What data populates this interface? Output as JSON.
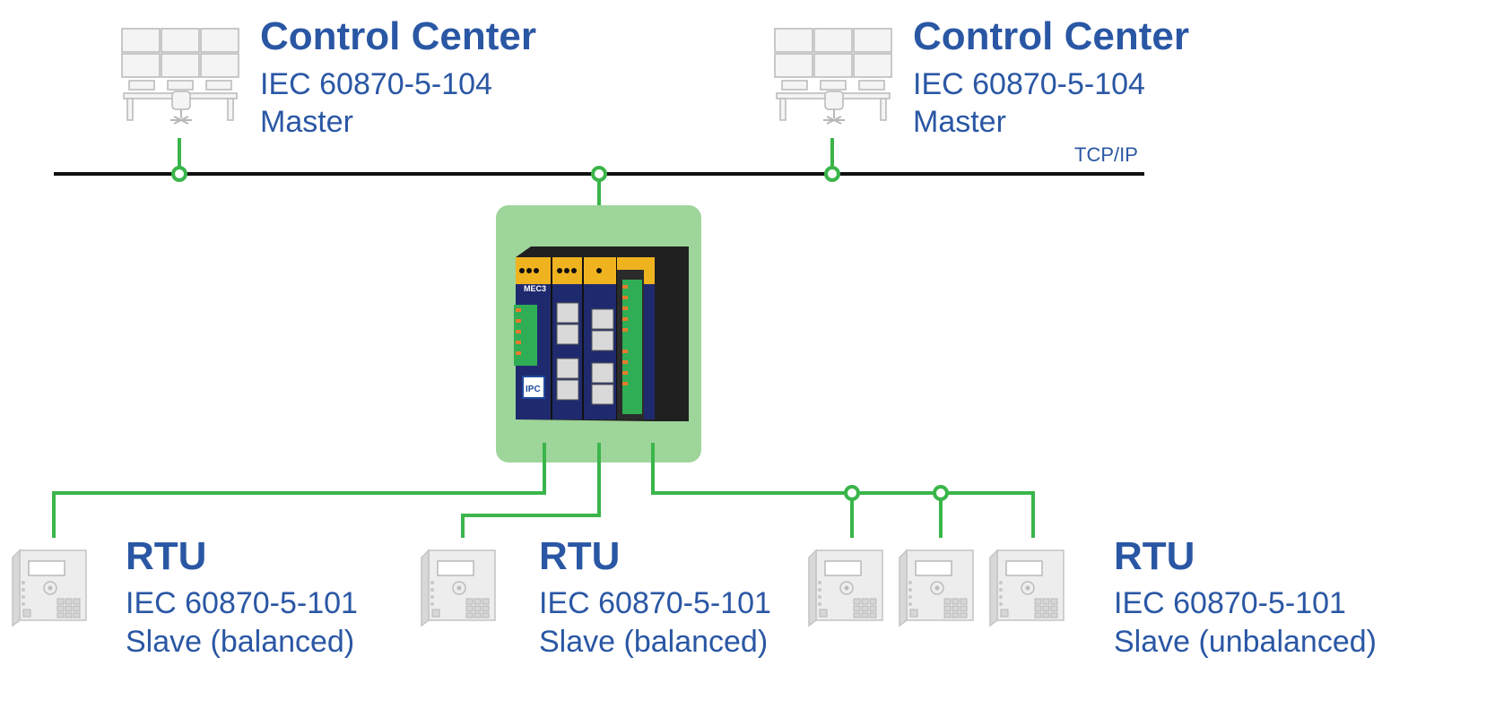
{
  "network_label": "TCP/IP",
  "control_centers": [
    {
      "title": "Control Center",
      "protocol": "IEC 60870-5-104",
      "role": "Master"
    },
    {
      "title": "Control Center",
      "protocol": "IEC 60870-5-104",
      "role": "Master"
    }
  ],
  "gateway": {
    "model_label": "MEC3",
    "brand_label": "IPC"
  },
  "rtus": [
    {
      "title": "RTU",
      "protocol": "IEC 60870-5-101",
      "role": "Slave (balanced)"
    },
    {
      "title": "RTU",
      "protocol": "IEC 60870-5-101",
      "role": "Slave (balanced)"
    },
    {
      "title": "RTU",
      "protocol": "IEC 60870-5-101",
      "role": "Slave (unbalanced)"
    }
  ],
  "colors": {
    "line_green": "#3ab54a",
    "bus_black": "#111111",
    "text_blue": "#2a57a4",
    "gateway_bg": "#9ed59a"
  },
  "icons": {
    "control_center": "operator-desk-icon",
    "rtu": "protection-relay-icon",
    "gateway": "gateway-device-icon"
  }
}
